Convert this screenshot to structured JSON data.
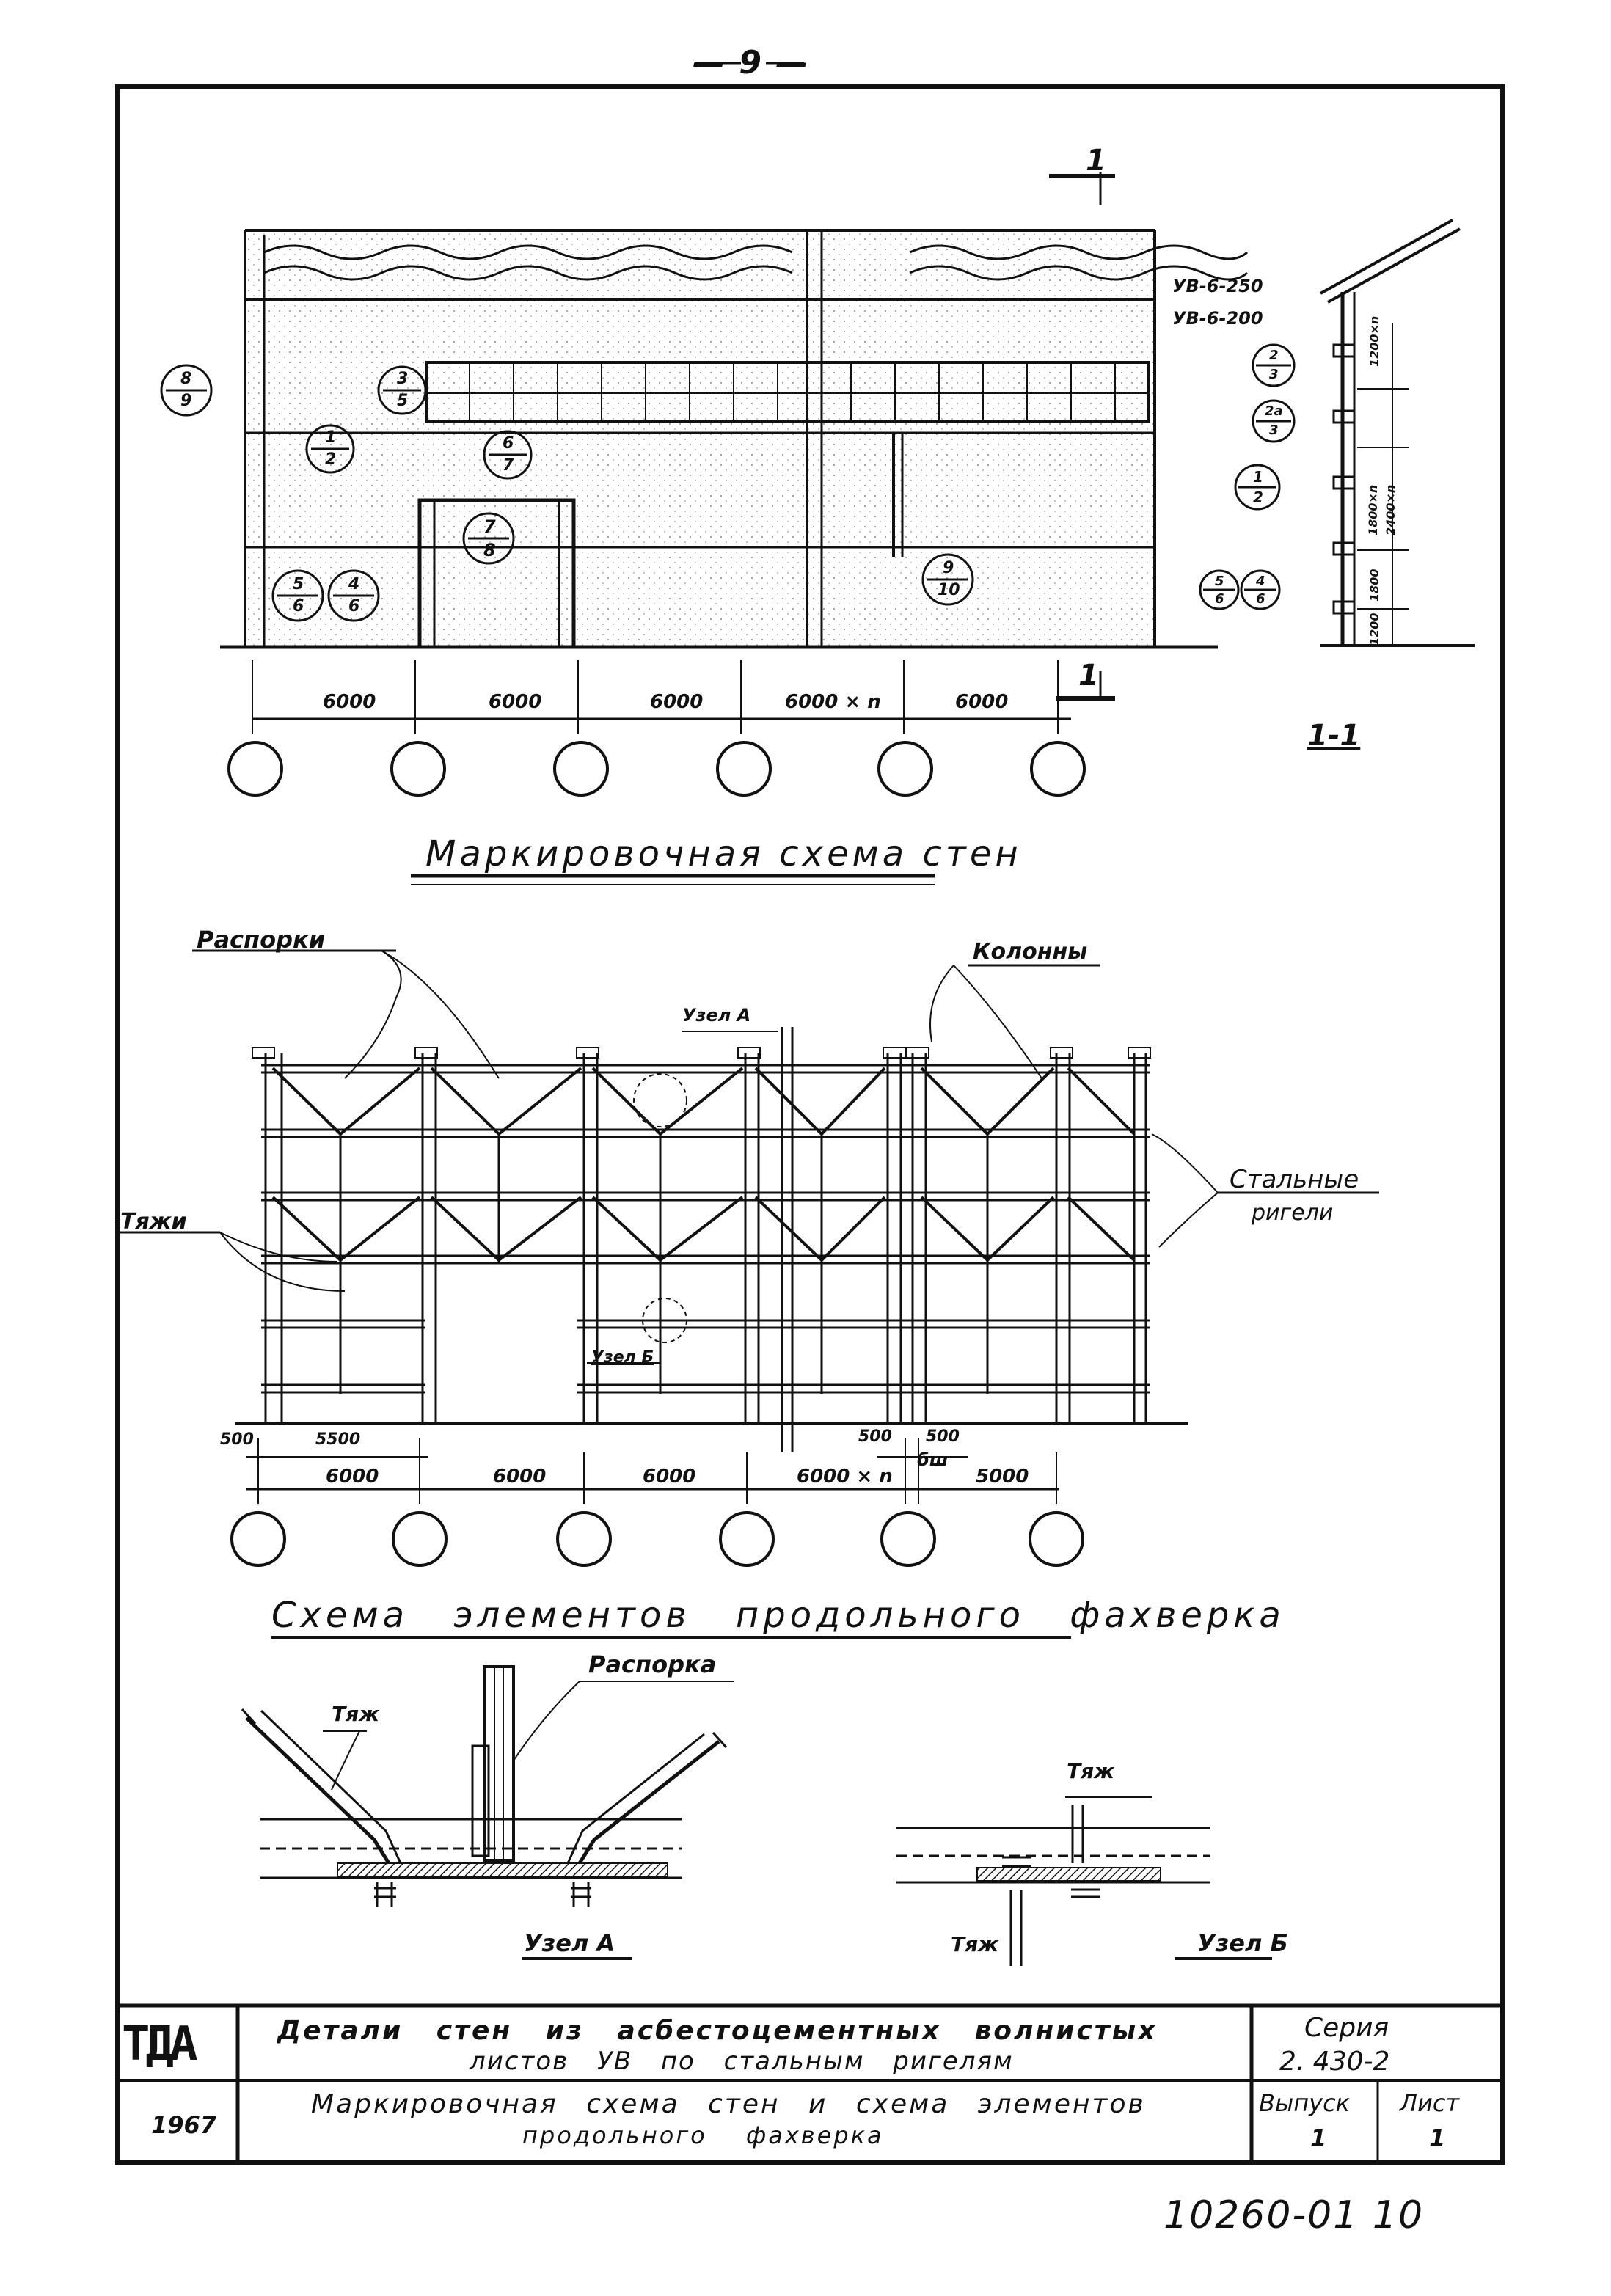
{
  "page_number": "— 9 —",
  "wall_scheme": {
    "title": "Маркировочная схема стен",
    "dims": [
      "6000",
      "6000",
      "6000",
      "6000 × n",
      "6000"
    ],
    "marks": [
      {
        "top": "8",
        "bottom": "9"
      },
      {
        "top": "3",
        "bottom": "5"
      },
      {
        "top": "1",
        "bottom": "2"
      },
      {
        "top": "6",
        "bottom": "7"
      },
      {
        "top": "7",
        "bottom": "8"
      },
      {
        "top": "5",
        "bottom": "6"
      },
      {
        "top": "4",
        "bottom": "6"
      },
      {
        "top": "9",
        "bottom": "10"
      }
    ],
    "section_mark": "1",
    "section": {
      "label": "1-1",
      "panel_labels": [
        "УВ-6-250",
        "УВ-6-200"
      ],
      "marks": [
        {
          "top": "2",
          "bottom": "3"
        },
        {
          "top": "2a",
          "bottom": "3"
        },
        {
          "top": "1",
          "bottom": "2"
        },
        {
          "top": "5",
          "bottom": "6"
        },
        {
          "top": "4",
          "bottom": "6"
        }
      ],
      "dims": [
        "1200×n",
        "1800×n",
        "2400×n",
        "1800",
        "1200"
      ]
    }
  },
  "framework_scheme": {
    "title": "Схема элементов продольного фахверка",
    "labels": {
      "struts": "Распорки",
      "columns": "Колонны",
      "node_a": "Узел А",
      "steel_girts": "Стальные",
      "steel_girts_2": "ригели",
      "ties": "Тяжи",
      "node_b": "Узел Б"
    },
    "dims_top": [
      "500",
      "5500",
      "500",
      "500"
    ],
    "dims": [
      "6000",
      "6000",
      "6000",
      "6000 × n",
      "5000"
    ],
    "bsh": "бш"
  },
  "details": {
    "node_a": {
      "title": "Узел А",
      "tie": "Тяж",
      "strut": "Распорка"
    },
    "node_b": {
      "title": "Узел Б",
      "tie_top": "Тяж",
      "tie_bottom": "Тяж"
    }
  },
  "title_block": {
    "org": "ТДА",
    "year": "1967",
    "subject_line1": "Детали стен из асбестоцементных волнистых",
    "subject_line2": "листов УВ по стальным ригелям",
    "sheet_title_line1": "Маркировочная схема стен и схема элементов",
    "sheet_title_line2": "продольного фахверка",
    "series_label": "Серия",
    "series_value": "2. 430-2",
    "issue_label": "Выпуск",
    "issue_value": "1",
    "sheet_label": "Лист",
    "sheet_value": "1"
  },
  "doc_number": "10260-01  10"
}
